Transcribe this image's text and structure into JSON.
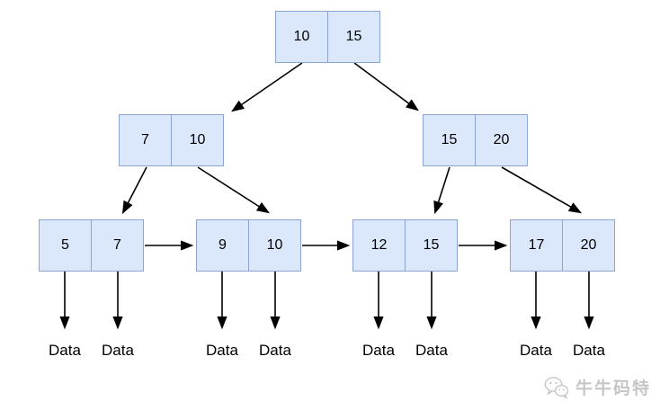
{
  "diagram": {
    "type": "b-plus-tree",
    "nodes": {
      "root": {
        "keys": [
          "10",
          "15"
        ]
      },
      "internal_left": {
        "keys": [
          "7",
          "10"
        ]
      },
      "internal_right": {
        "keys": [
          "15",
          "20"
        ]
      },
      "leaf_1": {
        "keys": [
          "5",
          "7"
        ]
      },
      "leaf_2": {
        "keys": [
          "9",
          "10"
        ]
      },
      "leaf_3": {
        "keys": [
          "12",
          "15"
        ]
      },
      "leaf_4": {
        "keys": [
          "17",
          "20"
        ]
      }
    },
    "data_label": "Data",
    "colors": {
      "node_fill": "#dbe8fb",
      "node_border": "#8da5ce",
      "edge": "#000000",
      "text": "#000000",
      "background": "#ffffff"
    }
  },
  "watermark": {
    "icon": "wechat-icon",
    "text": "牛牛码特",
    "color": "#c6c6c6"
  }
}
